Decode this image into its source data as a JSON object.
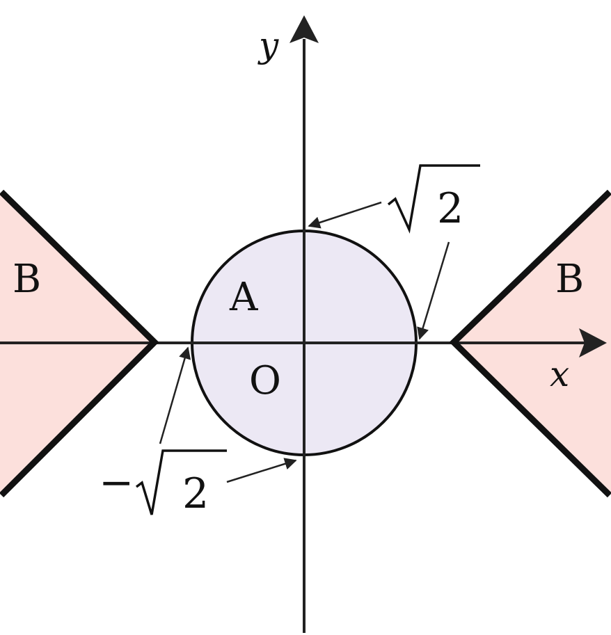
{
  "axes": {
    "x_label": "x",
    "y_label": "y",
    "origin_label": "O"
  },
  "regions": {
    "circle_label": "A",
    "left_label": "B",
    "right_label": "B"
  },
  "annotations": {
    "radical_sign": "√",
    "radicand": "2",
    "minus_sign": "−"
  },
  "colors": {
    "circle_fill": "#ece8f4",
    "region_b_fill": "#fce0dc",
    "axis": "#222222",
    "boundary": "#111111"
  }
}
